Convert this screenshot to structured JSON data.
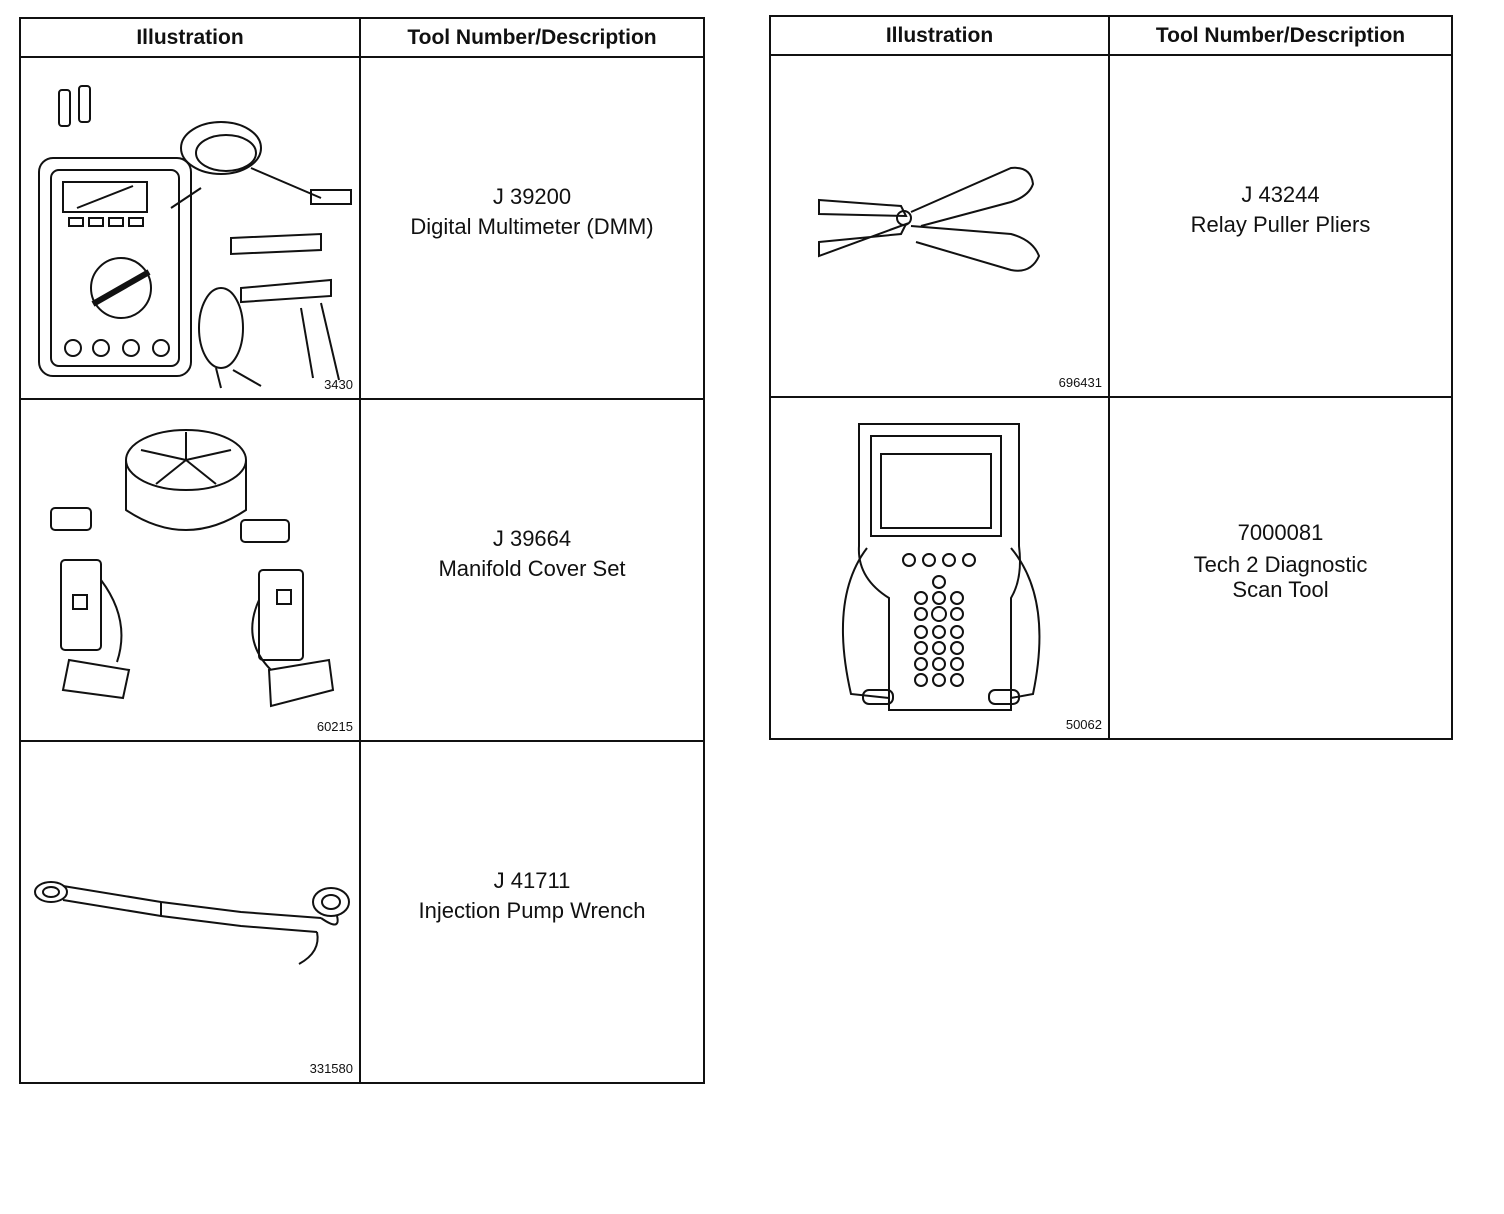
{
  "headers": {
    "illustration": "Illustration",
    "tool": "Tool Number/Description"
  },
  "left_table": [
    {
      "fig": "3430",
      "number": "J 39200",
      "description": [
        "Digital Multimeter (DMM)"
      ],
      "icon": "multimeter-icon"
    },
    {
      "fig": "60215",
      "number": "J 39664",
      "description": [
        "Manifold Cover Set"
      ],
      "icon": "manifold-cover-icon"
    },
    {
      "fig": "331580",
      "number": "J 41711",
      "description": [
        "Injection Pump Wrench"
      ],
      "icon": "wrench-icon"
    }
  ],
  "right_table": [
    {
      "fig": "696431",
      "number": "J 43244",
      "description": [
        "Relay Puller Pliers"
      ],
      "icon": "pliers-icon"
    },
    {
      "fig": "50062",
      "number": "7000081",
      "description": [
        "Tech 2 Diagnostic",
        "Scan Tool"
      ],
      "icon": "scan-tool-icon"
    }
  ]
}
